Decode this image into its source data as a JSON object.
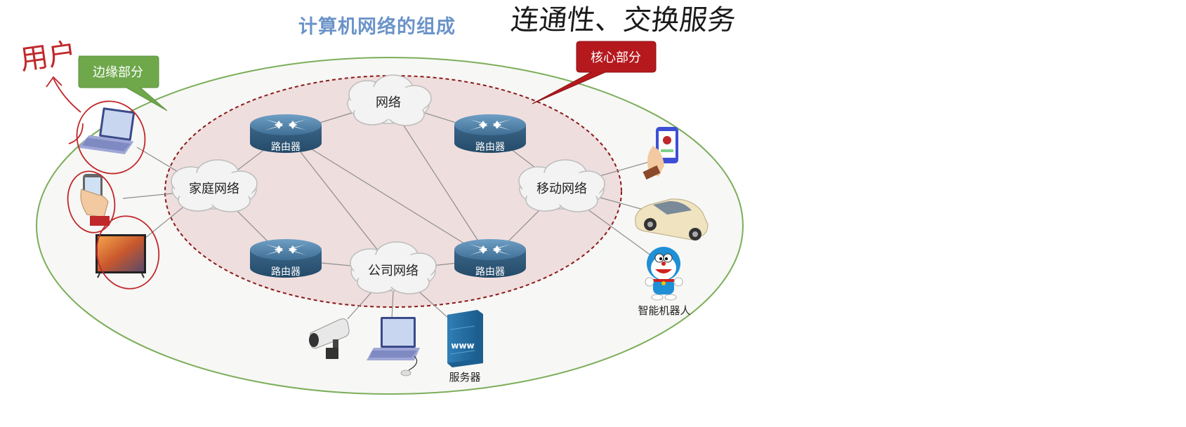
{
  "title": "计算机网络的组成",
  "handwritten": {
    "top_note": "连通性、交换服务",
    "side_note": "用户"
  },
  "callouts": {
    "edge": "边缘部分",
    "core": "核心部分"
  },
  "clouds": {
    "network": "网络",
    "home": "家庭网络",
    "mobile": "移动网络",
    "company": "公司网络"
  },
  "router_label": "路由器",
  "devices": {
    "server": "服务器",
    "server_tag": "www",
    "robot": "智能机器人"
  },
  "colors": {
    "title": "#6b93c8",
    "edge_callout": "#6fa84b",
    "core_callout": "#b5191e",
    "outer_ellipse": "#7cae5a",
    "core_fill": "#efdede",
    "core_border": "#8a1a1a",
    "router": "#3c6a90",
    "annotation": "#c0282b"
  }
}
